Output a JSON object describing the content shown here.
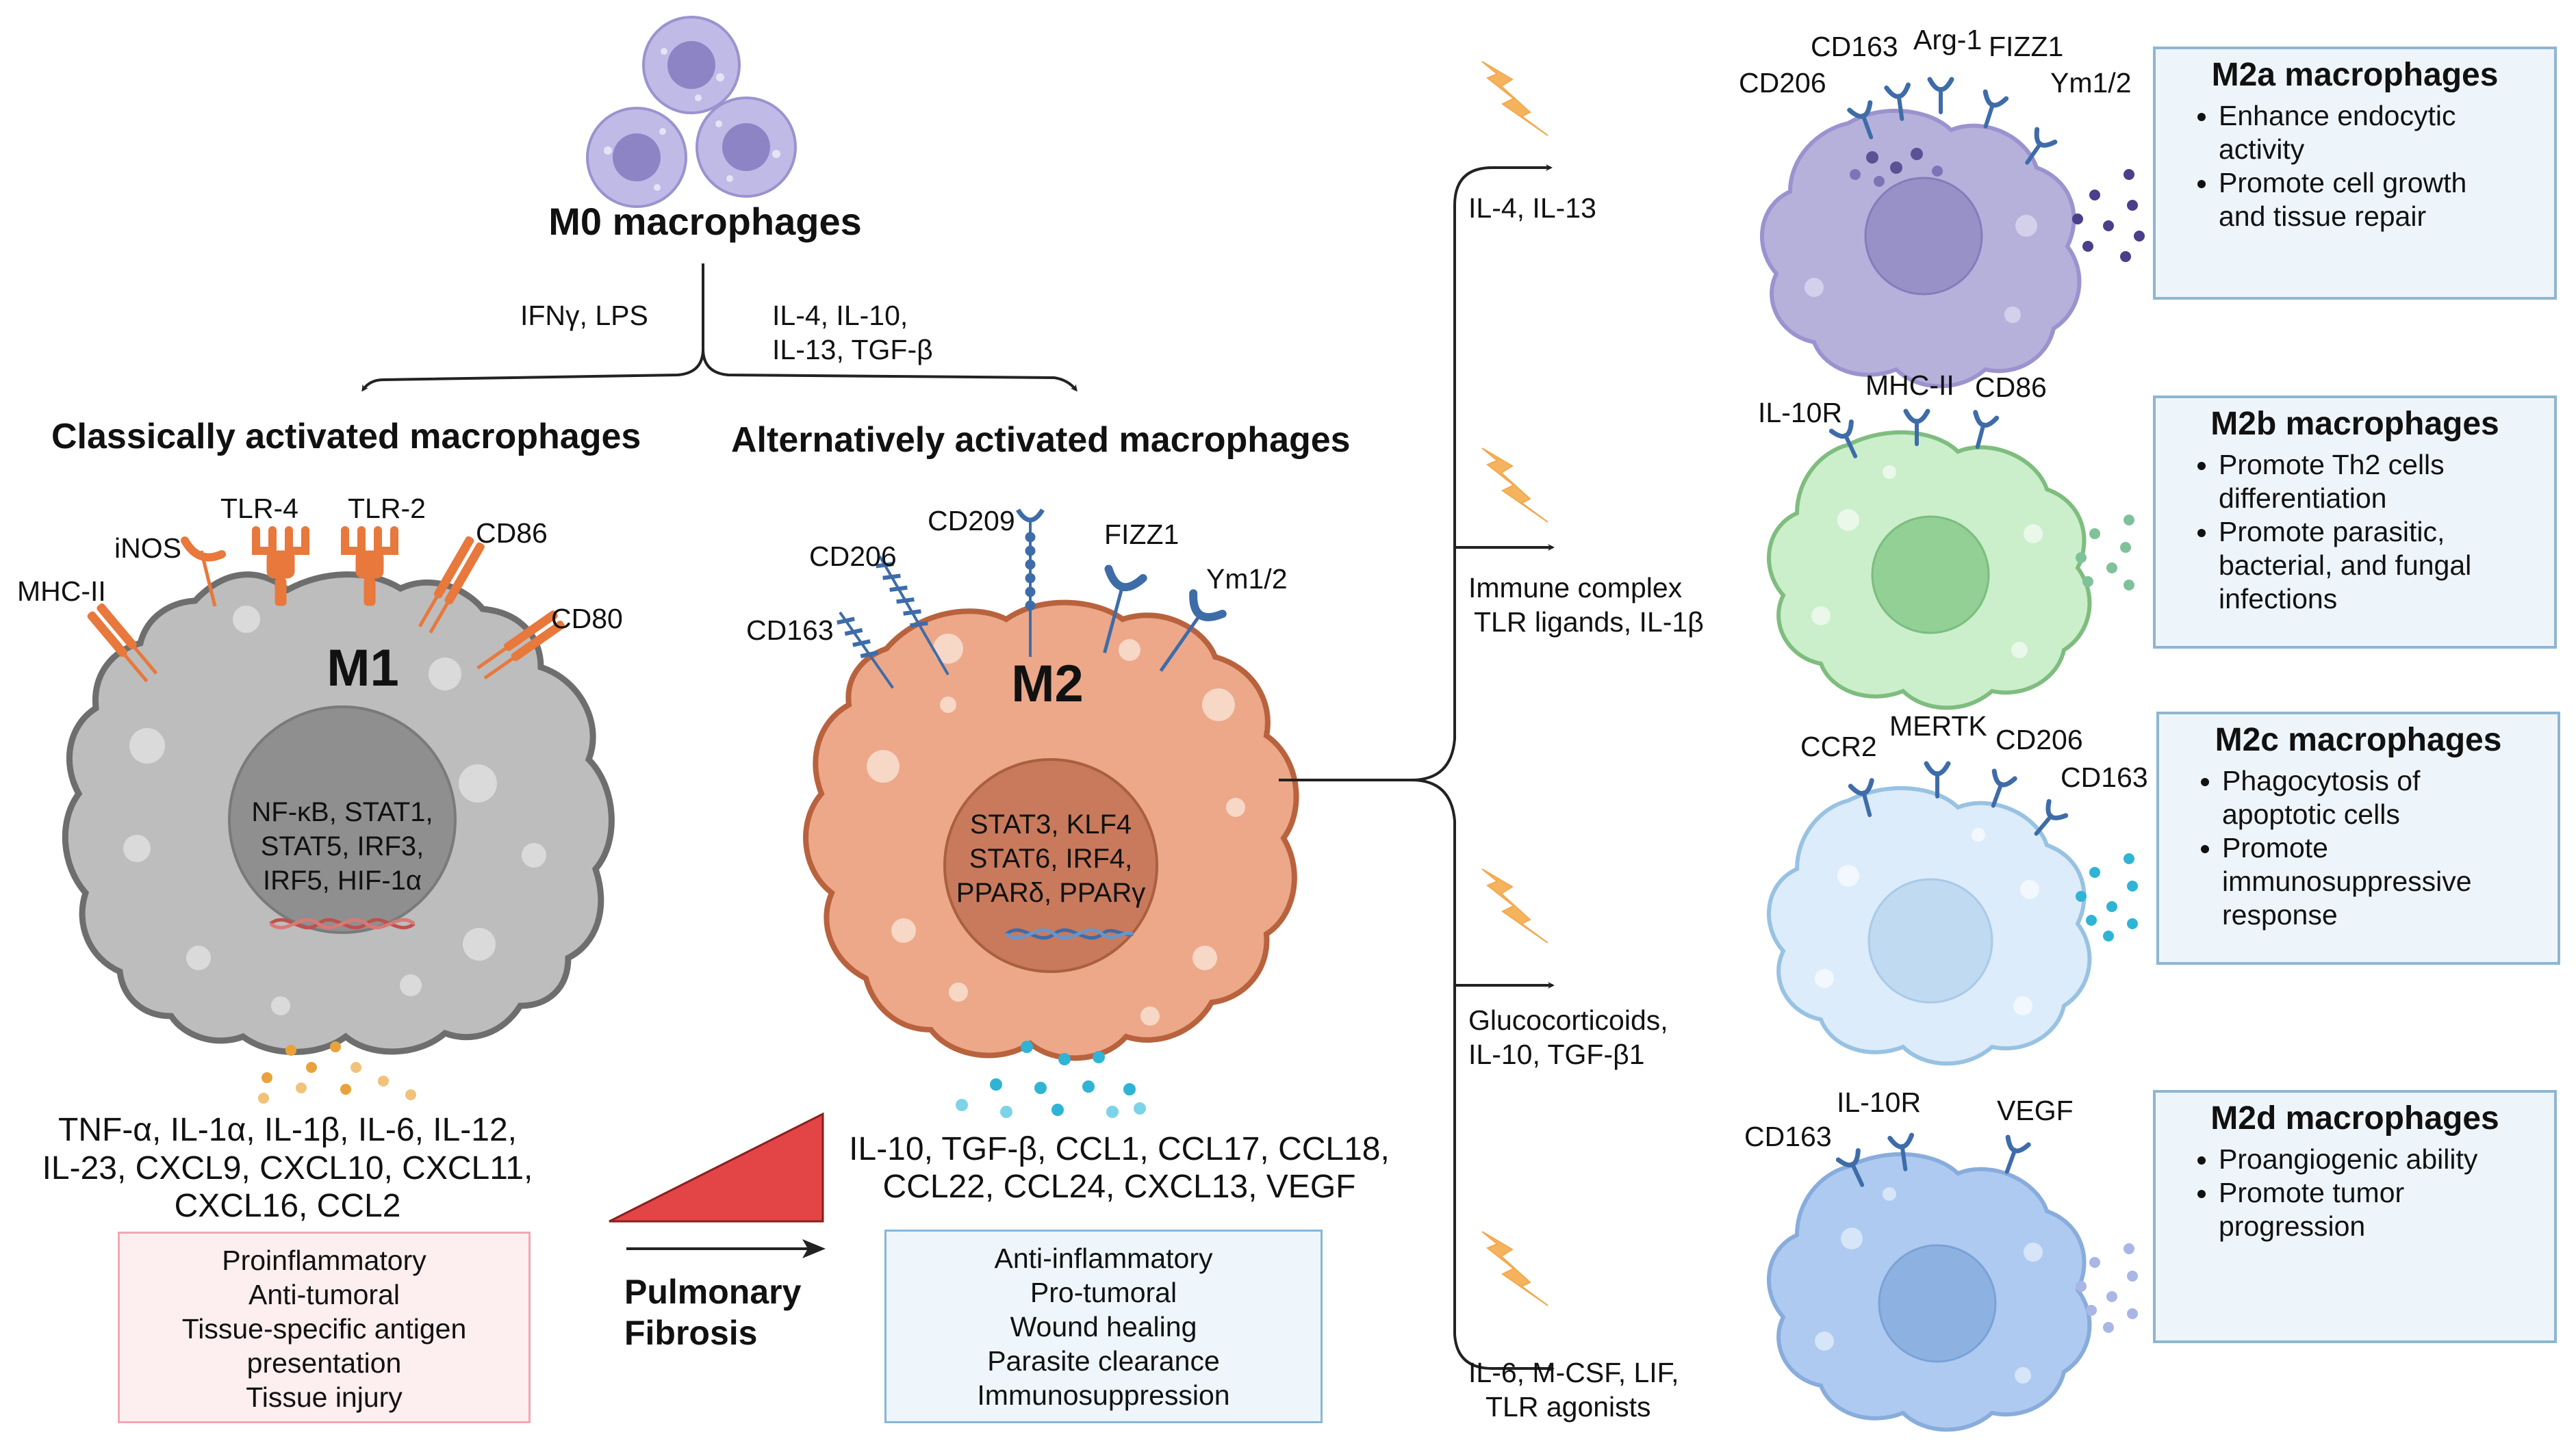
{
  "m0": {
    "title": "M0 macrophages"
  },
  "m1_path": {
    "stimuli": "IFNγ, LPS",
    "title": "Classically activated macrophages"
  },
  "m2_path": {
    "stimuli_line1": "IL-4, IL-10,",
    "stimuli_line2": "IL-13, TGF-β",
    "title": "Alternatively activated macrophages"
  },
  "m1": {
    "label": "M1",
    "receptors": [
      "MHC-II",
      "iNOS",
      "TLR-4",
      "TLR-2",
      "CD86",
      "CD80"
    ],
    "nucleus_lines": [
      "NF-κB, STAT1,",
      "STAT5, IRF3,",
      "IRF5, HIF-1α"
    ],
    "cytokines": [
      "TNF-α, IL-1α, IL-1β, IL-6, IL-12,",
      "IL-23, CXCL9, CXCL10, CXCL11,",
      "CXCL16, CCL2"
    ],
    "functions": [
      "Proinflammatory",
      "Anti-tumoral",
      "Tissue-specific antigen",
      "presentation",
      "Tissue injury"
    ]
  },
  "m2": {
    "label": "M2",
    "receptors": [
      "CD206",
      "CD209",
      "FIZZ1",
      "Ym1/2",
      "CD163"
    ],
    "nucleus_lines": [
      "STAT3, KLF4",
      "STAT6, IRF4,",
      "PPARδ, PPARγ"
    ],
    "cytokines": [
      "IL-10, TGF-β, CCL1, CCL17, CCL18,",
      "CCL22, CCL24, CXCL13, VEGF"
    ],
    "functions": [
      "Anti-inflammatory",
      "Pro-tumoral",
      "Wound healing",
      "Parasite clearance",
      "Immunosuppression"
    ]
  },
  "fibrosis": {
    "line1": "Pulmonary",
    "line2": "Fibrosis"
  },
  "branches": [
    {
      "lines": [
        "IL-4, IL-13"
      ]
    },
    {
      "lines": [
        "Immune complex",
        "TLR ligands, IL-1β"
      ]
    },
    {
      "lines": [
        "Glucocorticoids,",
        "IL-10, TGF-β1"
      ]
    },
    {
      "lines": [
        "IL-6, M-CSF, LIF,",
        "TLR agonists"
      ]
    }
  ],
  "subtypes": [
    {
      "title": "M2a macrophages",
      "receptors": [
        "CD163",
        "Arg-1",
        "FIZZ1",
        "CD206",
        "Ym1/2"
      ],
      "bullets": [
        [
          "Enhance endocytic",
          "activity"
        ],
        [
          "Promote cell growth",
          "and tissue repair"
        ]
      ]
    },
    {
      "title": "M2b macrophages",
      "receptors": [
        "MHC-II",
        "CD86",
        "IL-10R"
      ],
      "bullets": [
        [
          "Promote Th2 cells",
          "differentiation"
        ],
        [
          "Promote parasitic,",
          "bacterial, and fungal",
          "infections"
        ]
      ]
    },
    {
      "title": "M2c macrophages",
      "receptors": [
        "MERTK",
        "CCR2",
        "CD206",
        "CD163"
      ],
      "bullets": [
        [
          "Phagocytosis of",
          "apoptotic cells"
        ],
        [
          "Promote",
          "immunosuppressive",
          "response"
        ]
      ]
    },
    {
      "title": "M2d macrophages",
      "receptors": [
        "IL-10R",
        "VEGF",
        "CD163"
      ],
      "bullets": [
        [
          "Proangiogenic ability"
        ],
        [
          "Promote tumor",
          "progression"
        ]
      ]
    }
  ],
  "colors": {
    "m1_fill": "#bdbdbd",
    "m1_outline": "#6e6e6e",
    "m1_receptor": "#e8783c",
    "m2_fill": "#eca889",
    "m2_outline": "#b9623e",
    "m2_receptor": "#3e6ca8",
    "m2a_fill": "#b6b1da",
    "m2b_fill": "#cbeecb",
    "m2c_fill": "#dcecfa",
    "m2d_fill": "#aecaf0",
    "bolt": "#f6b35e",
    "wedge": "#e34546",
    "fx_m1_bg": "#fdeef0",
    "fx_m2_bg": "#eef6fb"
  }
}
